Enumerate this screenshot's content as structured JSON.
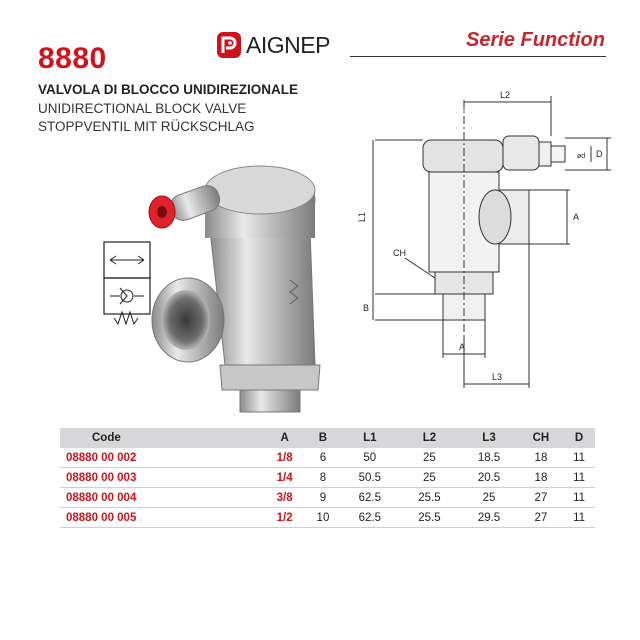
{
  "header": {
    "product_code": "8880",
    "brand": "AIGNEP",
    "series": "Serie Function",
    "title_it": "VALVOLA DI BLOCCO UNIDIREZIONALE",
    "title_en": "UNIDIRECTIONAL BLOCK VALVE",
    "title_de": "STOPPVENTIL MIT RÜCKSCHLAG"
  },
  "drawing": {
    "labels": {
      "l2": "L2",
      "l1": "L1",
      "ch": "CH",
      "b": "B",
      "a_side": "A",
      "a_bottom": "A",
      "l3": "L3",
      "d": "D",
      "phi_d": "ød"
    }
  },
  "colors": {
    "brand_red": "#d0121b",
    "header_gray": "#d7d7d9",
    "cap_red": "#e0232a"
  },
  "table": {
    "columns": [
      "Code",
      "A",
      "B",
      "L1",
      "L2",
      "L3",
      "CH",
      "D"
    ],
    "rows": [
      [
        "08880 00 002",
        "1/8",
        "6",
        "50",
        "25",
        "18.5",
        "18",
        "11"
      ],
      [
        "08880 00 003",
        "1/4",
        "8",
        "50.5",
        "25",
        "20.5",
        "18",
        "11"
      ],
      [
        "08880 00 004",
        "3/8",
        "9",
        "62.5",
        "25.5",
        "25",
        "27",
        "11"
      ],
      [
        "08880 00 005",
        "1/2",
        "10",
        "62.5",
        "25.5",
        "29.5",
        "27",
        "11"
      ]
    ]
  }
}
